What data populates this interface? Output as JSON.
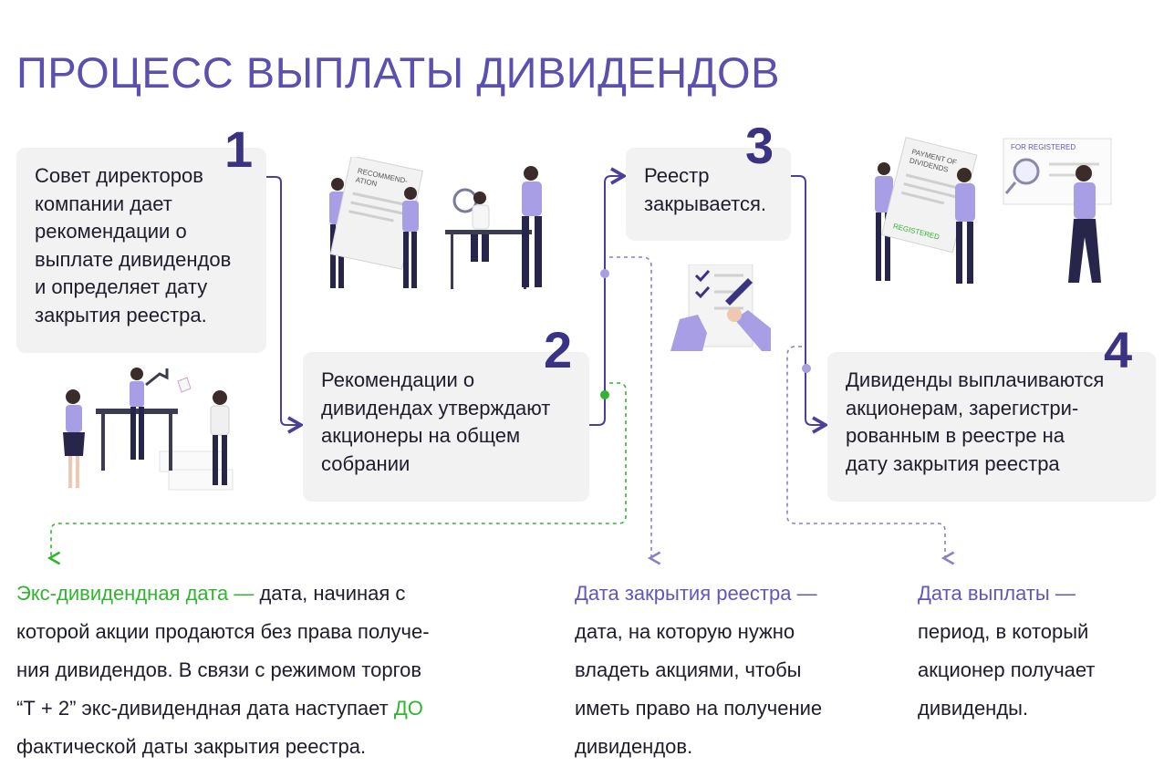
{
  "title": "ПРОЦЕСС ВЫПЛАТЫ ДИВИДЕНДОВ",
  "steps": [
    {
      "number": "1",
      "text": "Совет директоров\nкомпании дает\nрекомендации о\nвыплате дивидендов\nи определяет дату\nзакрытия реестра."
    },
    {
      "number": "2",
      "text": "Рекомендации о\nдивидендах утверждают\nакционеры на общем\nсобрании"
    },
    {
      "number": "3",
      "text": "Реестр\nзакрывается."
    },
    {
      "number": "4",
      "text": "Дивиденды выплачиваются\nакционерам, зарегистри-\nрованным в реестре на\nдату закрытия реестра"
    }
  ],
  "illustrations": {
    "recommendation_doc": "RECOMMEND-\nATION",
    "payment_doc": "PAYMENT OF\nDIVIDENDS",
    "registered_stamp": "REGISTERED",
    "board_label": "FOR REGISTERED"
  },
  "definitions": [
    {
      "term": "Экс-дивидендная дата —",
      "text": " дата, начиная с\nкоторой акции продаются без права получе-\nния дивидендов. В связи с режимом торгов\n“Т + 2” экс-дивидендная дата наступает ",
      "highlight": "ДО",
      "tail": "\nфактической даты закрытия реестра."
    },
    {
      "term": "Дата закрытия реестра —",
      "text": "\nдата, на которую нужно\nвладеть акциями, чтобы\nиметь право на получение\nдивидендов."
    },
    {
      "term": "Дата выплаты —",
      "text": "\nпериод, в который\nакционер получает\nдивиденды."
    }
  ],
  "colors": {
    "title": "#5b4fb0",
    "step_number": "#3a3282",
    "connector": "#4a3f9a",
    "ex_dividend_accent": "#2fb52f",
    "definition_accent": "#6257b8",
    "card_background": "#f2f2f2"
  }
}
